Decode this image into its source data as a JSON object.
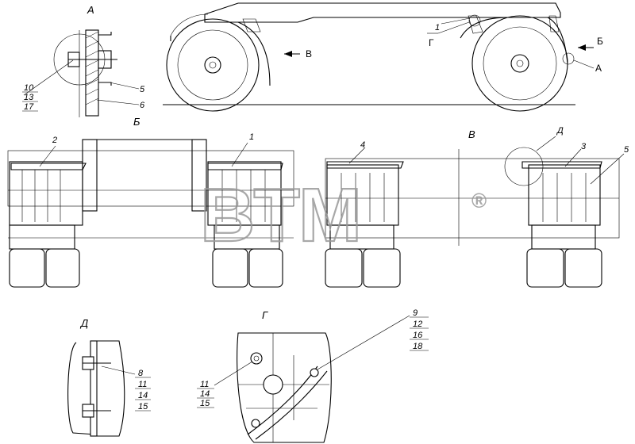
{
  "views": {
    "A": "А",
    "B_view": "Б",
    "V_view": "В",
    "G": "Г",
    "D": "Д"
  },
  "top_view_arrows": {
    "B_arrow": "В",
    "Bb_arrow": "Б",
    "A_pointer": "А",
    "G_pointer": "Г",
    "item_1": "1"
  },
  "detail_A_items": [
    "10",
    "13",
    "17"
  ],
  "detail_A_right": [
    "5",
    "6"
  ],
  "view_B_items": [
    "2",
    "1"
  ],
  "view_V_items": [
    "4",
    "Д",
    "3",
    "5"
  ],
  "detail_D_items": [
    "8",
    "11",
    "14",
    "15"
  ],
  "detail_G_left_items": [
    "11",
    "14",
    "15"
  ],
  "detail_G_right_items": [
    "9",
    "12",
    "16",
    "18"
  ],
  "watermark": {
    "text": "BTM",
    "registered": "®",
    "color": "#9a9a9a"
  }
}
